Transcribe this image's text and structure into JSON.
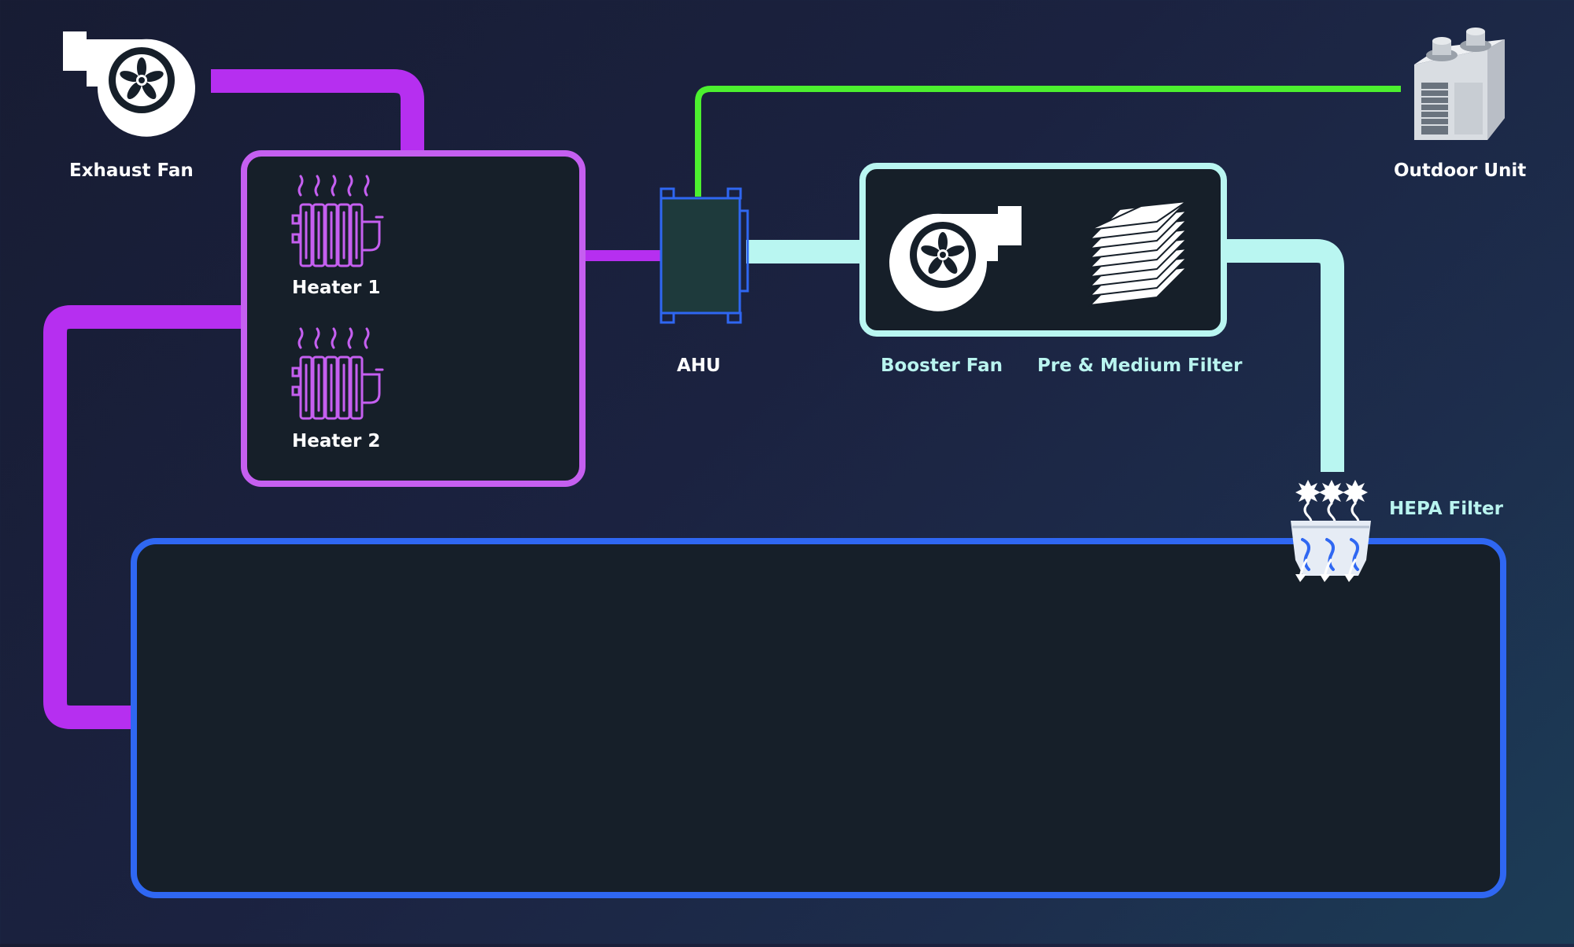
{
  "labels": {
    "exhaust_fan": "Exhaust Fan",
    "heater_1": "Heater 1",
    "heater_2": "Heater 2",
    "ahu": "AHU",
    "booster_fan": "Booster Fan",
    "pre_medium_filter": "Pre & Medium Filter",
    "outdoor_unit": "Outdoor Unit",
    "hepa_filter": "HEPA Filter"
  },
  "colors": {
    "exhaust_duct": "#b62ff0",
    "supply_duct": "#b9f6f1",
    "refrigerant_line": "#4cf02f",
    "heater_box_border": "#c55ff0",
    "room_border": "#2f67f2",
    "ahu": "#2f67f2",
    "box_fill": "#161f29",
    "label_white": "#ffffff",
    "label_cyan": "#b9f4ef"
  },
  "icons": {
    "exhaust_fan": "blower-fan-icon",
    "heater": "radiator-heater-icon",
    "booster_fan": "blower-fan-icon",
    "filter": "filter-stack-icon",
    "outdoor_unit": "condenser-unit-icon",
    "hepa_filter": "hepa-filter-icon"
  }
}
